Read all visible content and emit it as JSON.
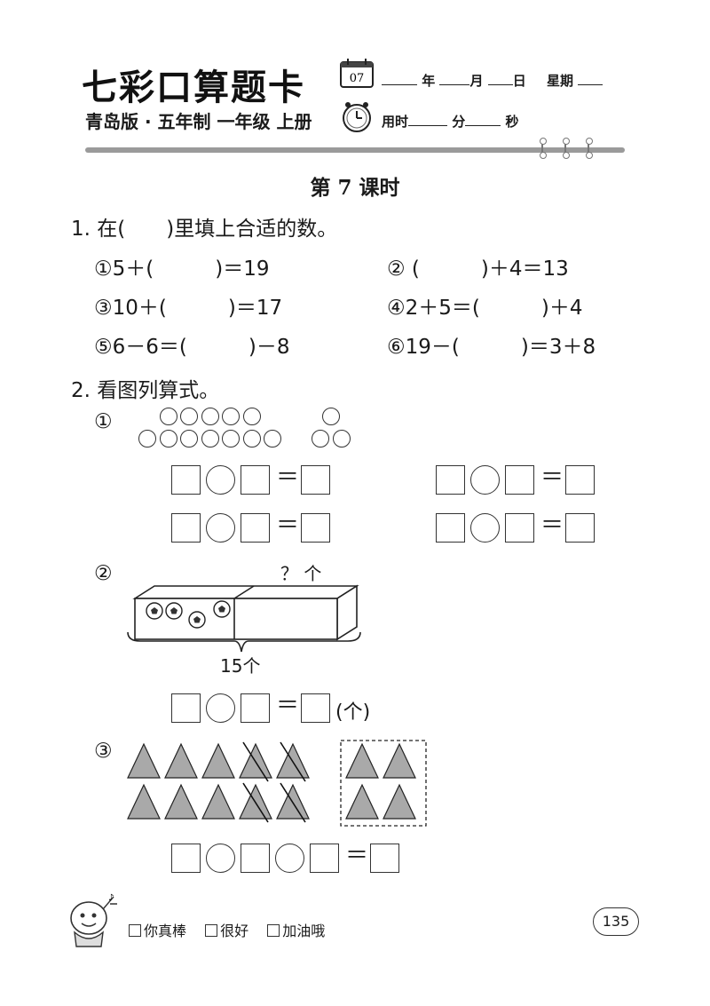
{
  "header": {
    "brand_title": "七彩口算题卡",
    "calendar_day": "07",
    "date_line": [
      "年",
      "月",
      "日",
      "星期"
    ],
    "edition": "青岛版 · 五年制 一年级 上册",
    "time_line": [
      "用时",
      "分",
      "秒"
    ]
  },
  "lesson_title": "第 7 课时",
  "q1": {
    "prompt": "1. 在(　　)里填上合适的数。",
    "items": [
      "①5＋(　　　)＝19",
      "② (　　　)＋4＝13",
      "③10＋(　　　)＝17",
      "④2＋5＝(　　　)＋4",
      "⑤6－6＝(　　　)－8",
      "⑥19－(　　　)＝3＋8"
    ]
  },
  "q2": {
    "prompt": "2. 看图列算式。",
    "part1_label": "①",
    "part1_circles": {
      "left_rows": [
        5,
        7
      ],
      "right_rows": [
        1,
        2
      ]
    },
    "part2_label": "②",
    "part2_question": "？ 个",
    "part2_total": "15个",
    "part2_unit": "(个)",
    "part2_balls": 4,
    "part3_label": "③",
    "part3_triangles": {
      "rows": 2,
      "per_row": 5,
      "crossed_per_row": 2,
      "boxed": 4
    },
    "equals": "＝"
  },
  "footer": {
    "ratings": [
      "你真棒",
      "很好",
      "加油哦"
    ],
    "page_number": "135"
  }
}
